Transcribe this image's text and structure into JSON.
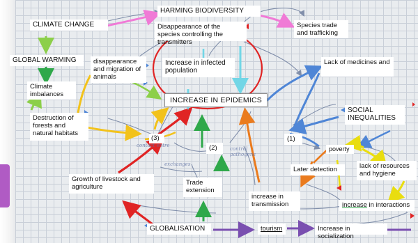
{
  "nodes": {
    "climate_change": "CLIMATE CHANGE",
    "harming_biodiversity": "HARMING BIODIVERSITY",
    "species_trade": "Species trade and trafficking",
    "disappearance_species": "Disappearance of the species controlling the transmitters",
    "global_warming": "GLOBAL WARMING",
    "climate_imbalances": "Climate imbalances",
    "disappearance_migration": "disappearance and migration of animals",
    "increase_infected": "Increase in infected population",
    "lack_medicines": "Lack of medicines and",
    "increase_epidemics": "INCREASE IN EPIDEMICS",
    "social_inequalities": "SOCIAL INEQUALITIES",
    "destruction_forests": "Destruction of forests and natural habitats",
    "label_3": "(3)",
    "label_2": "(2)",
    "label_1": "(1)",
    "poverty": "poverty",
    "later_detection": "Later detection",
    "lack_resources": "lack of resources and hygiene",
    "growth_livestock": "Growth of livestock and agriculture",
    "trade_extension": "Trade extension",
    "increase_transmission": "increase in transmission",
    "increase_interactions": "increase in interactions",
    "globalisation": "GLOBALISATION",
    "tourism": "tourism",
    "increase_socialization": "Increase in socialization"
  },
  "handwritten": {
    "note_a": "contact entre",
    "note_b": "control pathogens",
    "note_c": "exchanges"
  },
  "colors": {
    "pink": "#f07ad6",
    "green": "#2fa84a",
    "light_green": "#8ccf4a",
    "orange": "#ea7b1e",
    "yellow": "#f2c21b",
    "red": "#e02424",
    "blue": "#4f86d6",
    "cyan": "#72d6e6",
    "purple": "#7a4fb0",
    "bright_yellow": "#f4ea1a",
    "gray_blue": "#6f7f9f"
  }
}
